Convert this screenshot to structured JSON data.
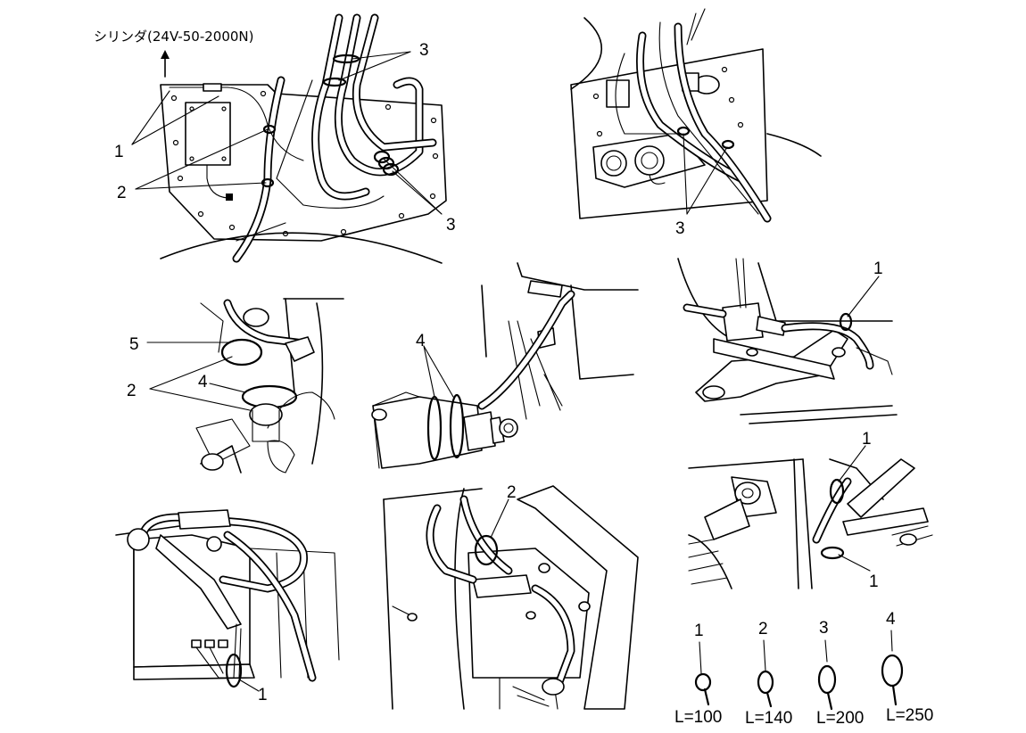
{
  "title_note": "シリンダ(24V-50-2000N)",
  "callouts": {
    "p1": [
      "1",
      "2",
      "3",
      "3"
    ],
    "p2": [
      "3"
    ],
    "p3": [
      "5",
      "2",
      "4"
    ],
    "p4": [
      "4"
    ],
    "p5": [
      "1"
    ],
    "p6": [
      "1",
      "1"
    ],
    "p7": [
      "1"
    ],
    "p8": [
      "2"
    ]
  },
  "legend": [
    {
      "num": "1",
      "length": "L=100"
    },
    {
      "num": "2",
      "length": "L=140"
    },
    {
      "num": "3",
      "length": "L=200"
    },
    {
      "num": "4",
      "length": "L=250"
    }
  ]
}
